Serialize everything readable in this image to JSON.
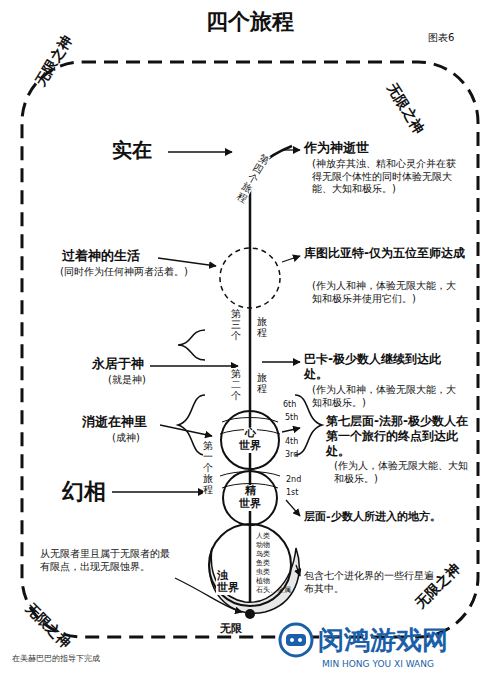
{
  "diagram": {
    "title": "四个旅程",
    "nodes": [
      {
        "text": [
          "心",
          "世界"
        ]
      },
      {
        "text": [
          "精",
          "世界"
        ]
      },
      {
        "text": [
          "浊",
          "世界"
        ]
      }
    ],
    "labels": [
      "图表6",
      "无限之神",
      "无限之神",
      "无限之神",
      "无限之神",
      "实在",
      "过着神的生活",
      "(同时作为任何神两者活着。)",
      "永居于神",
      "(就是神)",
      "消逝在神里",
      "(成神)",
      "幻相",
      "从无限者里且属于无限者的最有限点，出现无限蚀界。",
      "作为神逝世",
      "(神放弃其浊、精和心灵介并在获得无限个体性的同时体验无限大能、大知和极乐。)",
      "库图比亚特-仅为五位至师达成",
      "(作为人和神，体验无限大能，大知和极乐并使用它们。)",
      "巴卡-极少数人继续到达此处。",
      "(作为人和神，体验无限大能，大知和极乐。)",
      "第七层面-法那-极少数人在第一个旅行的终点到达此处。",
      "(作为人，体验无限大能、大知和极乐。)",
      "层面-少数人所进入的地方。",
      "包含七个进化界的一些行星遍布其中。",
      "在美赫巴巴的指导下完成",
      "第四个旅程",
      "第三个",
      "旅程",
      "第二个",
      "旅程",
      "第一个旅程",
      "6th",
      "5th",
      "4th",
      "3rd",
      "2nd",
      "1st",
      "人类",
      "动物",
      "鸟类",
      "鱼类",
      "虫类",
      "植物",
      "石头、金属",
      "无限",
      "闵鸿游戏网",
      "MIN HONG YOU XI WANG"
    ]
  }
}
